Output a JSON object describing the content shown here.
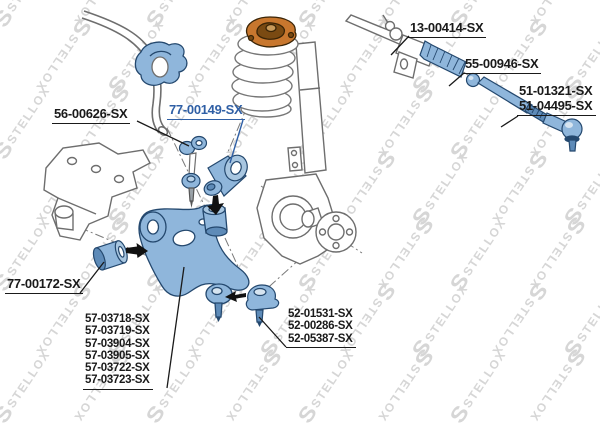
{
  "diagram": {
    "brand_watermark": "STELLOX",
    "labels": {
      "steering_bellow": "13-00414-SX",
      "inner_tie_rod": "55-00946-SX",
      "tie_rod_end_variants": [
        "51-01321-SX",
        "51-04495-SX"
      ],
      "stabilizer_link": "56-00626-SX",
      "highlighted_arm_bushing": "77-00149-SX",
      "arm_front_bushing": "77-00172-SX",
      "control_arm_variants": [
        "57-03718-SX",
        "57-03719-SX",
        "57-03904-SX",
        "57-03905-SX",
        "57-03722-SX",
        "57-03723-SX"
      ],
      "ball_joint_variants": [
        "52-01531-SX",
        "52-00286-SX",
        "52-05387-SX"
      ]
    },
    "colors": {
      "highlight_part_fill": "#8FB6DB",
      "highlight_part_shade": "#5E8BB8",
      "highlight_part_outline": "#24486E",
      "highlighted_label_text": "#2F5FA5",
      "label_text": "#1a1a1a",
      "line_art_gray": "#6e6e6e",
      "strut_mount_orange": "#C8772E",
      "watermark_gray": "#d6d6d6"
    }
  }
}
